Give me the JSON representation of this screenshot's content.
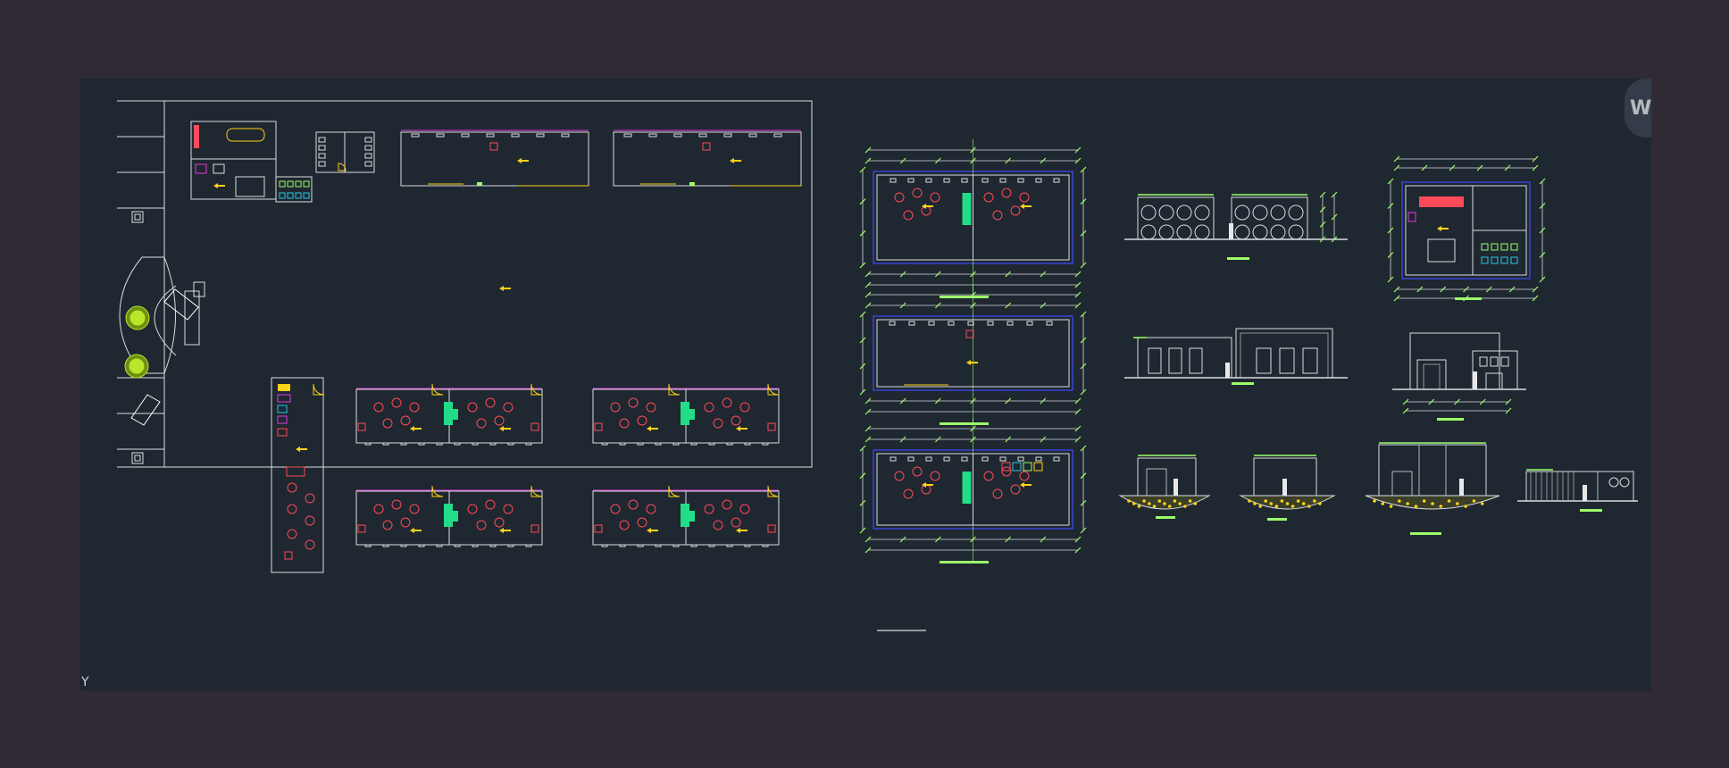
{
  "canvas": {
    "background": "#2f2a33",
    "drawing_area_color": "#1f2730",
    "ucs_axis_label": "Y",
    "corner_logo_text": "W"
  },
  "colors": {
    "wall": "#d9dde0",
    "dimension": "#3d4cff",
    "label_bar": "#9cff6a",
    "accent_yellow": "#ffd21a",
    "circle_red": "#ff4a5a",
    "green_fill": "#22dd88",
    "tree": "#b8e62a",
    "magenta": "#e03ae0",
    "cyan": "#27c8e8"
  },
  "sheets": {
    "site_plan": "master-site-plan",
    "floor_plans": [
      "floor-plan-a",
      "floor-plan-b",
      "floor-plan-c"
    ],
    "elevations": [
      "elevation-circles",
      "elevation-windows",
      "elevation-facade"
    ],
    "sections": [
      "section-1",
      "section-2",
      "section-3",
      "section-4"
    ]
  }
}
